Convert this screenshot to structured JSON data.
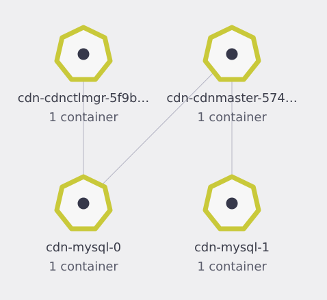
{
  "colors": {
    "background": "#efeff1",
    "node_ring": "#c9c93a",
    "node_fill": "#f7f7f7",
    "node_dot": "#36384a",
    "edge": "#b4b4c4",
    "label": "#3b3d4a",
    "sublabel": "#5a5c6b"
  },
  "nodes": [
    {
      "id": "cdnctlmgr",
      "name": "cdn-cdnctlmgr-5f9b…",
      "sub": "1 container",
      "icon": "heptagon-pod-icon"
    },
    {
      "id": "cdnmaster",
      "name": "cdn-cdnmaster-574…",
      "sub": "1 container",
      "icon": "heptagon-pod-icon"
    },
    {
      "id": "mysql0",
      "name": "cdn-mysql-0",
      "sub": "1 container",
      "icon": "heptagon-pod-icon"
    },
    {
      "id": "mysql1",
      "name": "cdn-mysql-1",
      "sub": "1 container",
      "icon": "heptagon-pod-icon"
    }
  ],
  "edges": [
    {
      "from": "cdnctlmgr",
      "to": "mysql0"
    },
    {
      "from": "cdnmaster",
      "to": "mysql0"
    },
    {
      "from": "cdnmaster",
      "to": "mysql1"
    }
  ]
}
